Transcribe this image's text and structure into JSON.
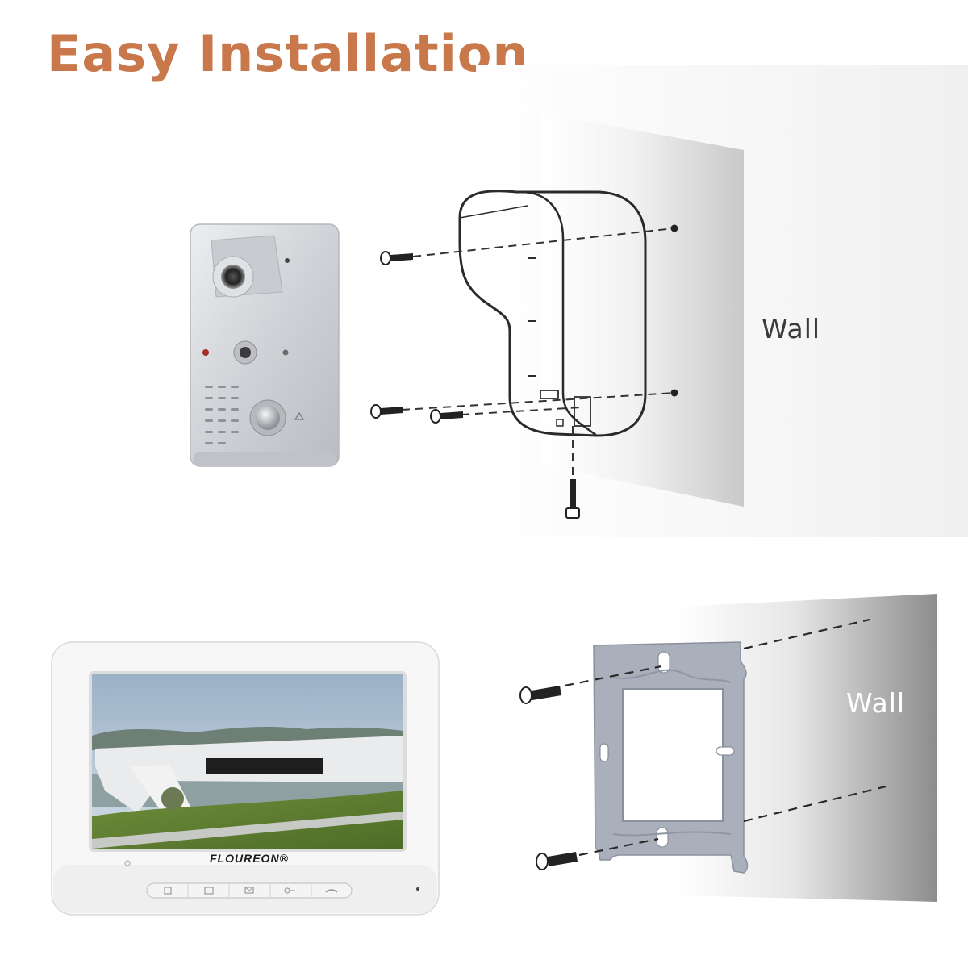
{
  "headline": "Easy Installation",
  "colors": {
    "headline": "#c8784a",
    "wall_top": "#d8d8d8",
    "wall_bottom": "#9a9a9a",
    "device_silver": "#d4d6d9",
    "monitor_white": "#f6f6f6",
    "bracket": "#a7adb9"
  },
  "install_top": {
    "wall_label": "Wall"
  },
  "install_bottom": {
    "wall_label": "Wall"
  },
  "monitor": {
    "brand": "FLOUREON®",
    "buttons": [
      {
        "icon": "intercom-icon"
      },
      {
        "icon": "image-icon"
      },
      {
        "icon": "mail-icon"
      },
      {
        "icon": "key-icon"
      },
      {
        "icon": "handset-icon"
      }
    ]
  }
}
